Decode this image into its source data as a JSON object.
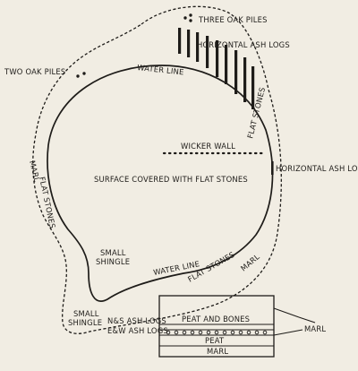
{
  "labels": {
    "three_oak_piles": "THREE OAK PILES",
    "horizontal_ash_logs": "HORIZONTAL ASH LOGS",
    "two_oak_piles": "TWO OAK PILES",
    "water_line_top": "WATER LINE",
    "flat_stones_right": "FLAT STONES",
    "wicker_wall": "WICKER WALL",
    "horizontal_ash_log": "HORIZONTAL ASH LOG",
    "surface": "SURFACE COVERED WITH FLAT STONES",
    "marl_left": "MARL",
    "flat_stones_left": "FLAT STONES",
    "marl_right": "MARL",
    "flat_stones_bottom": "FLAT STONES",
    "water_line_bottom": "WATER LINE",
    "small_shingle_inner_1": "SMALL",
    "small_shingle_inner_2": "SHINGLE",
    "small_shingle_outer_1": "SMALL",
    "small_shingle_outer_2": "SHINGLE"
  },
  "section": {
    "peat_and_bones": "PEAT AND BONES",
    "ns_ash_logs": "N&S ASH LOGS",
    "ew_ash_logs": "E&W ASH LOGS",
    "peat": "PEAT",
    "marl_bottom": "MARL",
    "marl_side": "MARL"
  },
  "colors": {
    "paper": "#f1ede3",
    "ink": "#1e1c19"
  }
}
